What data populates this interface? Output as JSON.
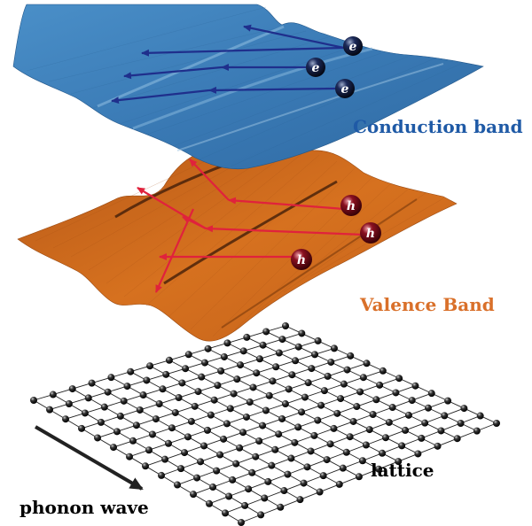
{
  "labels": {
    "conduction": "Conduction band",
    "valence": "Valence Band",
    "lattice": "lattice",
    "phonon": "phonon wave"
  },
  "particles": {
    "electron": "e",
    "hole": "h"
  },
  "colors": {
    "conduction_band": "#3b7cb8",
    "conduction_label": "#1f5aa6",
    "valence_band": "#c8641c",
    "valence_label": "#d9702a",
    "electron_arrow": "#1f2f8c",
    "hole_arrow": "#e0223c",
    "lattice_line": "#222222",
    "lattice_atom": "#111111"
  },
  "icons": {
    "electron": "dark-sphere-icon",
    "hole": "red-sphere-icon",
    "phonon": "arrow-icon"
  }
}
